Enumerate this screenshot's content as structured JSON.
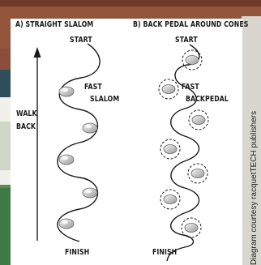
{
  "diagram": {
    "panel_a": {
      "title": "A) STRAIGHT SLALOM",
      "start_label": "START",
      "fast_label": "FAST",
      "slalom_label": "SLALOM",
      "walk_label": "WALK",
      "back_label": "BACK",
      "finish_label": "FINISH"
    },
    "panel_b": {
      "title": "B) BACK PEDAL AROUND CONES",
      "start_label": "START",
      "fast_label": "FAST",
      "backpedal_label": "BACKPEDAL",
      "finish_label": "FINISH"
    },
    "credit": "Diagram courtesy racquetTECH publishers",
    "colors": {
      "background_top": "#8a4e3a",
      "background_band": "#2d4e5a",
      "background_court": "#3e7a46",
      "panel": "#ffffff",
      "ink": "#1a1a1a",
      "cone": "#d9d9d9"
    }
  }
}
